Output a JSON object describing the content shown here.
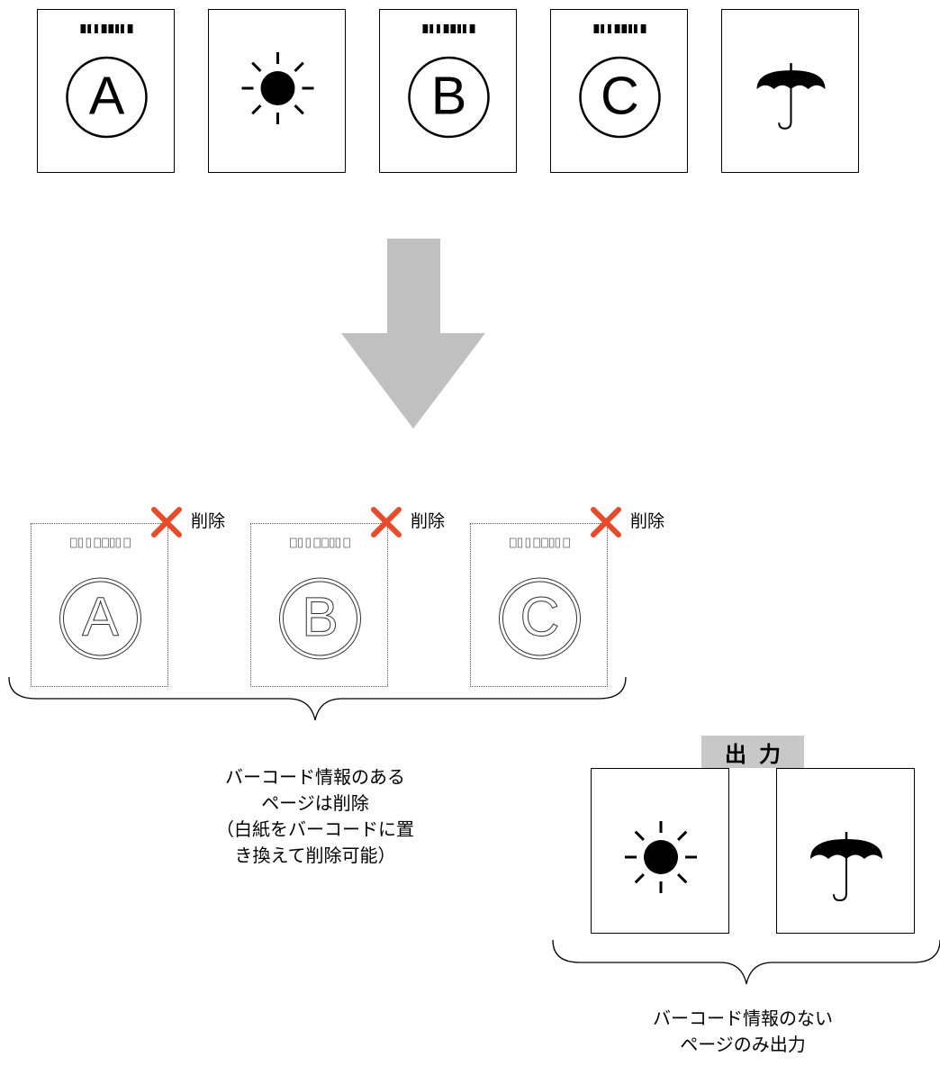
{
  "input_pages": [
    {
      "symbol": "A",
      "barcode": true
    },
    {
      "symbol": "sun",
      "barcode": false
    },
    {
      "symbol": "B",
      "barcode": true
    },
    {
      "symbol": "C",
      "barcode": true
    },
    {
      "symbol": "umbrella",
      "barcode": false
    }
  ],
  "deleted_pages": [
    {
      "symbol": "A",
      "label": "削除"
    },
    {
      "symbol": "B",
      "label": "削除"
    },
    {
      "symbol": "C",
      "label": "削除"
    }
  ],
  "output": {
    "label": "出力",
    "pages": [
      "sun",
      "umbrella"
    ]
  },
  "captions": {
    "deleted": "バーコード情報のある\nページは削除\n（白紙をバーコードに置\nき換えて削除可能）",
    "output": "バーコード情報のない\nページのみ出力"
  },
  "colors": {
    "arrow": "#c0c0c0",
    "delete_mark": "#e84a2c",
    "output_label_bg": "#c8c8c8"
  }
}
